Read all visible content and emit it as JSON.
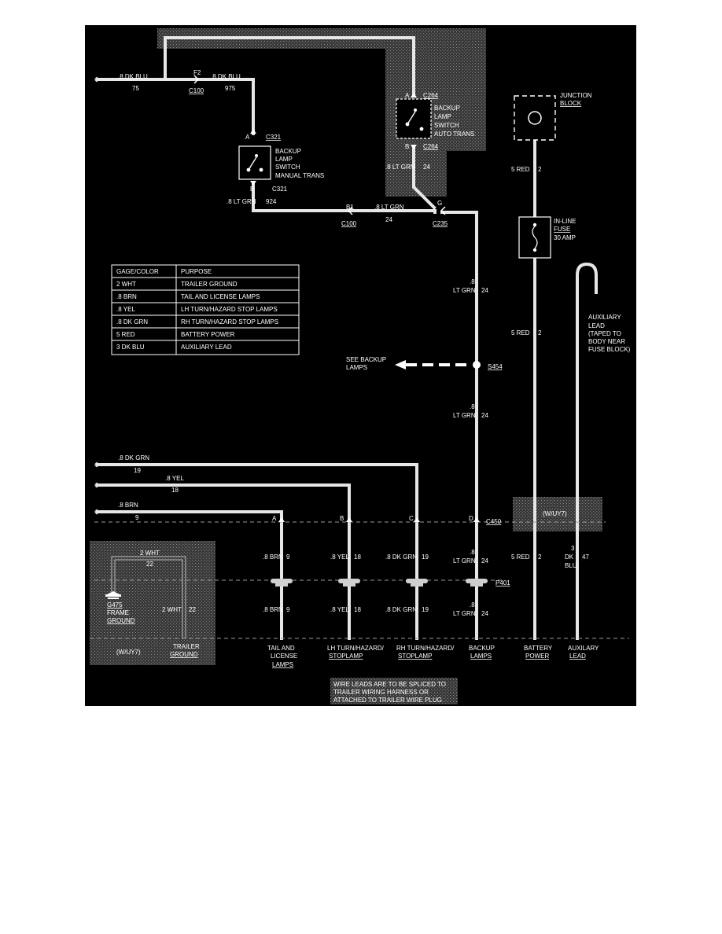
{
  "wires": {
    "top_left_color": ".8 DK BLU",
    "top_left_circuit": "75",
    "f2_pin": "F2",
    "c100_top": "C100",
    "mid_color": ".8 DK BLU",
    "mid_circuit": "975",
    "ltgrn_924_color": ".8 LT GRN",
    "ltgrn_924_circuit": "924",
    "b1_pin": "B1",
    "c100_mid": "C100",
    "ltgrn_24_color": ".8 LT GRN",
    "ltgrn_24_circuit": "24",
    "g_pin": "G",
    "c235": "C235",
    "auto_ltgrn_color": ".8 LT GRN",
    "auto_ltgrn_circuit": "24",
    "vert_gauge": ".8",
    "vert_color": "LT GRN",
    "vert_circuit": "24",
    "red_upper": "5 RED",
    "red_upper_circuit": "2",
    "red_mid": "5 RED",
    "red_mid_circuit": "2",
    "dkgrn_color": ".8 DK GRN",
    "dkgrn_circuit": "19",
    "yel_color": ".8 YEL",
    "yel_circuit": "18",
    "brn_color": ".8 BRN",
    "brn_circuit": "9",
    "wht_color": "2 WHT",
    "wht_circuit": "22",
    "wht_side": "2 WHT",
    "wht_side_circuit": "22"
  },
  "components": {
    "auto_switch": {
      "pin_a": "A",
      "pin_b": "B",
      "conn_top": "C264",
      "conn_bottom": "C264",
      "line1": "BACKUP",
      "line2": "LAMP",
      "line3": "SWITCH",
      "line4": "AUTO TRANS"
    },
    "manual_switch": {
      "pin_a": "A",
      "pin_b": "B",
      "conn_top": "C321",
      "conn_bottom": "C321",
      "line1": "BACKUP",
      "line2": "LAMP",
      "line3": "SWITCH",
      "line4": "MANUAL TRANS"
    },
    "junction_block": {
      "line1": "JUNCTION",
      "line2": "BLOCK"
    },
    "fuse": {
      "line1": "IN-LINE",
      "line2": "FUSE",
      "line3": "30 AMP"
    },
    "aux_lead": {
      "line1": "AUXILIARY",
      "line2": "LEAD",
      "line3": "(TAPED TO",
      "line4": "BODY NEAR",
      "line5": "FUSE BLOCK)"
    },
    "splice": {
      "label": "S454",
      "see1": "SEE BACKUP",
      "see2": "LAMPS"
    },
    "c450": {
      "label": "C450",
      "pin_a": "A",
      "pin_b": "B",
      "pin_c": "C",
      "pin_d": "D",
      "option": "(W/UY7)"
    },
    "p401": {
      "label": "P401"
    },
    "ground": {
      "id": "G475",
      "line1": "FRAME",
      "line2": "GROUND",
      "option": "(W/UY7)"
    }
  },
  "leads": [
    {
      "color": ".8 BRN",
      "circuit": "9"
    },
    {
      "color": ".8 YEL",
      "circuit": "18"
    },
    {
      "color": ".8 DK GRN",
      "circuit": "19"
    },
    {
      "color": ".8",
      "color2": "LT GRN",
      "circuit": "24"
    },
    {
      "color": "5 RED",
      "circuit": "2"
    },
    {
      "color": "3",
      "color2": "DK",
      "color3": "BLU",
      "circuit": "47"
    }
  ],
  "lower_leads": [
    {
      "color": ".8 BRN",
      "circuit": "9"
    },
    {
      "color": ".8 YEL",
      "circuit": "18"
    },
    {
      "color": ".8 DK GRN",
      "circuit": "19"
    },
    {
      "color": ".8",
      "color2": "LT GRN",
      "circuit": "24"
    }
  ],
  "terminals": [
    {
      "line1": "TRAILER",
      "line2": "GROUND"
    },
    {
      "line1": "TAIL AND",
      "line2": "LICENSE",
      "line3": "LAMPS"
    },
    {
      "line1": "LH TURN/HAZARD/",
      "line2": "STOPLAMP"
    },
    {
      "line1": "RH TURN/HAZARD/",
      "line2": "STOPLAMP"
    },
    {
      "line1": "BACKUP",
      "line2": "LAMPS"
    },
    {
      "line1": "BATTERY",
      "line2": "POWER"
    },
    {
      "line1": "AUXILARY",
      "line2": "LEAD"
    }
  ],
  "table": {
    "headers": [
      "GAGE/COLOR",
      "PURPOSE"
    ],
    "rows": [
      [
        "2 WHT",
        "TRAILER GROUND"
      ],
      [
        ".8 BRN",
        "TAIL AND LICENSE LAMPS"
      ],
      [
        ".8 YEL",
        "LH TURN/HAZARD STOP LAMPS"
      ],
      [
        ".8 DK GRN",
        "RH TURN/HAZARD STOP LAMPS"
      ],
      [
        "5 RED",
        "BATTERY POWER"
      ],
      [
        "3 DK BLU",
        "AUXILIARY LEAD"
      ]
    ]
  },
  "note": {
    "line1": "WIRE LEADS ARE TO BE SPLICED TO",
    "line2": "TRAILER WIRING HARNESS OR",
    "line3": "ATTACHED TO TRAILER WIRE PLUG"
  }
}
